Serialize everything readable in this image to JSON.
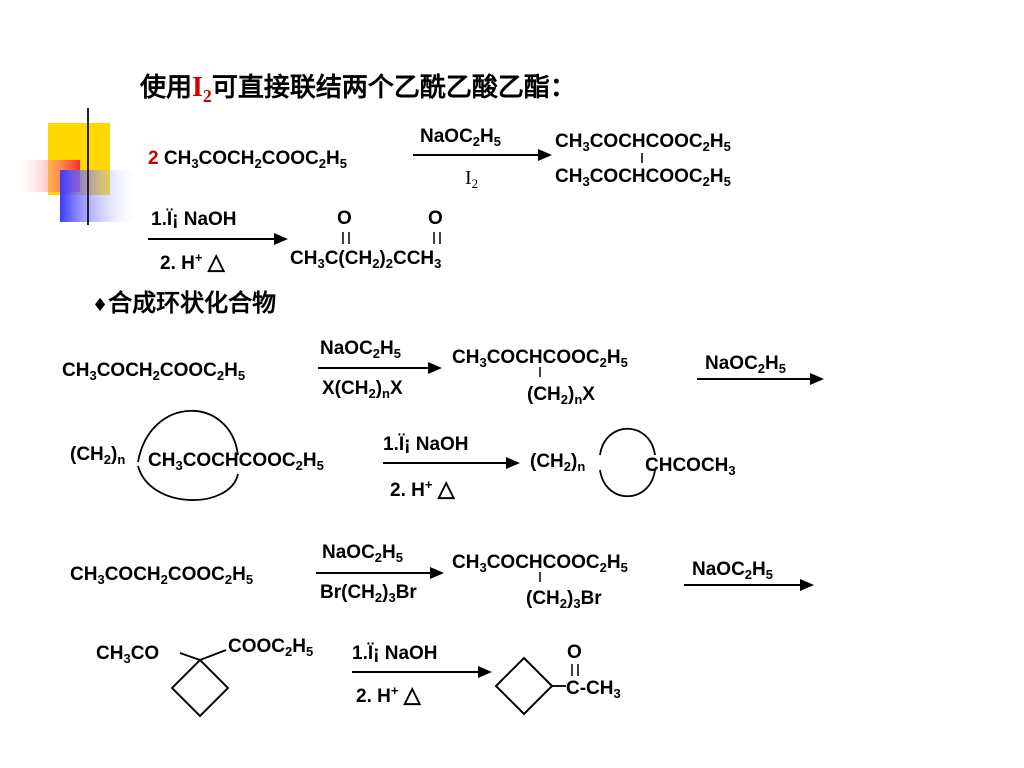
{
  "title": {
    "prefix": "使用",
    "reagent": "I",
    "reagent_sub": "2",
    "suffix": "可直接联结两个乙酰乙酸乙酯："
  },
  "rxn1": {
    "coef": "2",
    "reactant": [
      "CH",
      "3",
      "COCH",
      "2",
      "COOC",
      "2",
      "H",
      "5"
    ],
    "reagent_top": [
      "NaOC",
      "2",
      "H",
      "5"
    ],
    "reagent_bottom": [
      "I",
      "2"
    ],
    "product_top": [
      "CH",
      "3",
      "COCHCOOC",
      "2",
      "H",
      "5"
    ],
    "product_bottom": [
      "CH",
      "3",
      "COCHCOOC",
      "2",
      "H",
      "5"
    ],
    "step2_top": "1.Ï¡  NaOH",
    "step2_bottom": [
      "2. H",
      "+"
    ],
    "delta": "△",
    "o1": "O",
    "o2": "O",
    "product2": [
      "CH",
      "3",
      "C(CH",
      "2",
      ")",
      "2",
      "CCH",
      "3"
    ]
  },
  "section": {
    "bullet": "♦",
    "heading": "合成环状化合物"
  },
  "rxn2": {
    "reactant": [
      "CH",
      "3",
      "COCH",
      "2",
      "COOC",
      "2",
      "H",
      "5"
    ],
    "reagent_top": [
      "NaOC",
      "2",
      "H",
      "5"
    ],
    "reagent_bottom": [
      "X(CH",
      "2",
      ")",
      "n",
      "X"
    ],
    "intermediate": [
      "CH",
      "3",
      "COCHCOOC",
      "2",
      "H",
      "5"
    ],
    "intermediate_sub": [
      "(CH",
      "2",
      ")",
      "n",
      "X"
    ],
    "reagent2": [
      "NaOC",
      "2",
      "H",
      "5"
    ],
    "ring_left": [
      "(CH",
      "2",
      ")",
      "n"
    ],
    "ring_compound": [
      "CH",
      "3",
      "COCHCOOC",
      "2",
      "H",
      "5"
    ],
    "step_top": "1.Ï¡  NaOH",
    "step_bottom": [
      "2. H",
      "+"
    ],
    "delta": "△",
    "prod_ring_left": [
      "(CH",
      "2",
      ")",
      "n"
    ],
    "prod_right": [
      "CHCOCH",
      "3"
    ]
  },
  "rxn3": {
    "reactant": [
      "CH",
      "3",
      "COCH",
      "2",
      "COOC",
      "2",
      "H",
      "5"
    ],
    "reagent_top": [
      "NaOC",
      "2",
      "H",
      "5"
    ],
    "reagent_bottom": [
      "Br(CH",
      "2",
      ")",
      "3",
      "Br"
    ],
    "intermediate": [
      "CH",
      "3",
      "COCHCOOC",
      "2",
      "H",
      "5"
    ],
    "intermediate_sub": [
      "(CH",
      "2",
      ")",
      "3",
      "Br"
    ],
    "reagent2": [
      "NaOC",
      "2",
      "H",
      "5"
    ],
    "cyclo_left": [
      "CH",
      "3",
      "CO"
    ],
    "cyclo_right": [
      "COOC",
      "2",
      "H",
      "5"
    ],
    "step_top": "1.Ï¡  NaOH",
    "step_bottom": [
      "2. H",
      "+"
    ],
    "delta": "△",
    "prod_o": "O",
    "prod_group": [
      "C-CH",
      "3"
    ]
  }
}
